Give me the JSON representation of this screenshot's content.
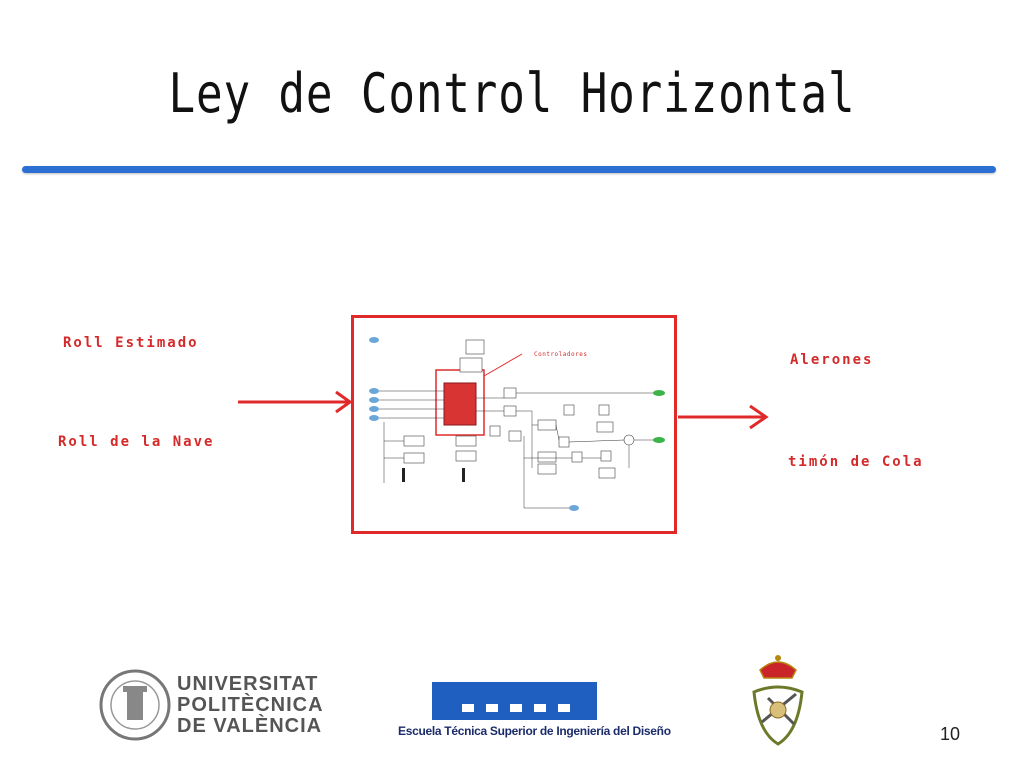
{
  "slide": {
    "title": "Ley de Control Horizontal",
    "page_number": "10"
  },
  "labels": {
    "roll_estimado": "Roll Estimado",
    "roll_nave": "Roll de la Nave",
    "alerones": "Alerones",
    "timon_cola": "timón de Cola",
    "controladores": "Controladores"
  },
  "footer": {
    "upv_lines": [
      "UNIVERSITAT",
      "POLITÈCNICA",
      "DE VALÈNCIA"
    ],
    "etsid_caption": "Escuela Técnica Superior de Ingeniería del Diseño"
  },
  "colors": {
    "accent_red": "#e02a2a",
    "rule_blue": "#2a6fd1",
    "etsid_blue": "#1f5fbf"
  }
}
